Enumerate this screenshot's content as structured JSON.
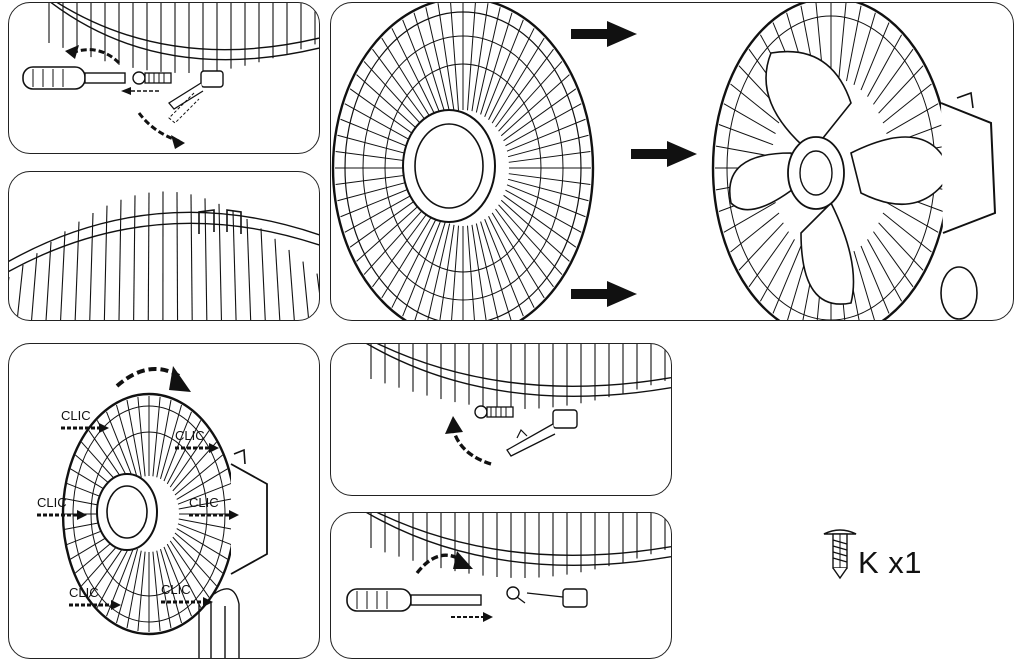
{
  "clic_labels": {
    "c1": "CLIC",
    "c2": "CLIC",
    "c3": "CLIC",
    "c4": "CLIC",
    "c5": "CLIC",
    "c6": "CLIC"
  },
  "legend": {
    "screw_icon": "screw-icon",
    "text": "K x1"
  },
  "colors": {
    "line": "#111111",
    "background": "#ffffff"
  }
}
